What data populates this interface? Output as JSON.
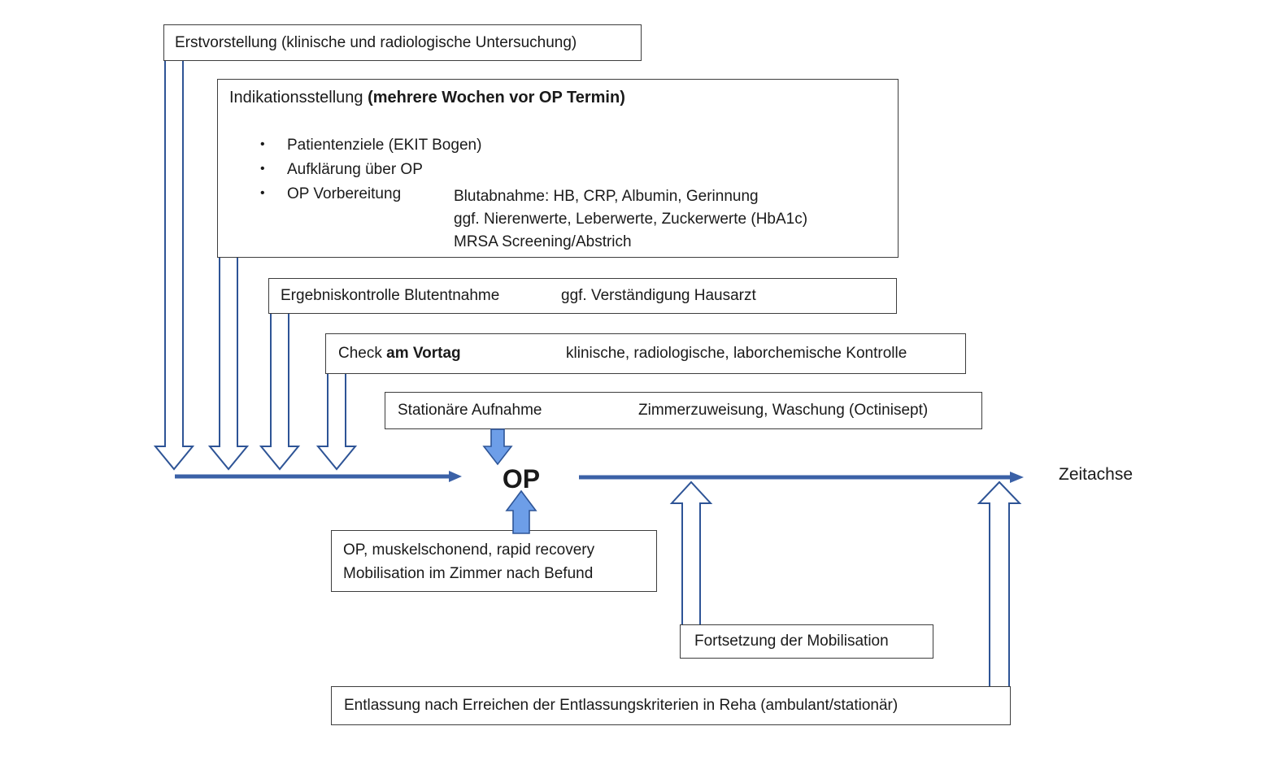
{
  "diagram": {
    "bullet_char": "•",
    "boxes": {
      "erstvorstellung": {
        "label": "Erstvorstellung (klinische und radiologische Untersuchung)"
      },
      "indikationsstellung": {
        "title_normal": "Indikationsstellung ",
        "title_bold": "(mehrere Wochen vor OP Termin)",
        "bullets": [
          {
            "label": "Patientenziele (EKIT Bogen)"
          },
          {
            "label": "Aufklärung über OP"
          },
          {
            "label": "OP Vorbereitung",
            "details": [
              "Blutabnahme: HB, CRP, Albumin, Gerinnung",
              "ggf. Nierenwerte, Leberwerte, Zuckerwerte (HbA1c)",
              "MRSA Screening/Abstrich"
            ]
          }
        ]
      },
      "ergebniskontrolle": {
        "left": "Ergebniskontrolle Blutentnahme",
        "right": "ggf. Verständigung Hausarzt"
      },
      "check_am_vortag": {
        "left_normal": "Check ",
        "left_bold": "am Vortag",
        "right": "klinische, radiologische, laborchemische Kontrolle"
      },
      "stationaere_aufnahme": {
        "left": "Stationäre Aufnahme",
        "right": "Zimmerzuweisung, Waschung (Octinisept)"
      },
      "op_verlauf": {
        "line1": "OP, muskelschonend, rapid recovery",
        "line2": "Mobilisation im Zimmer nach Befund"
      },
      "fortsetzung_mobilisation": {
        "label": "Fortsetzung der Mobilisation"
      },
      "entlassung": {
        "label": "Entlassung nach Erreichen der Entlassungskriterien in Reha (ambulant/stationär)"
      }
    },
    "timeline": {
      "op_label": "OP",
      "axis_label": "Zeitachse"
    },
    "colors": {
      "outline_arrow_stroke": "#2e5496",
      "filled_arrow_fill": "#6d9ee8",
      "filled_arrow_stroke": "#2e5597",
      "timeline_color": "#3b61a7",
      "box_border": "#3d3d3d",
      "text": "#1a1a1a"
    }
  }
}
